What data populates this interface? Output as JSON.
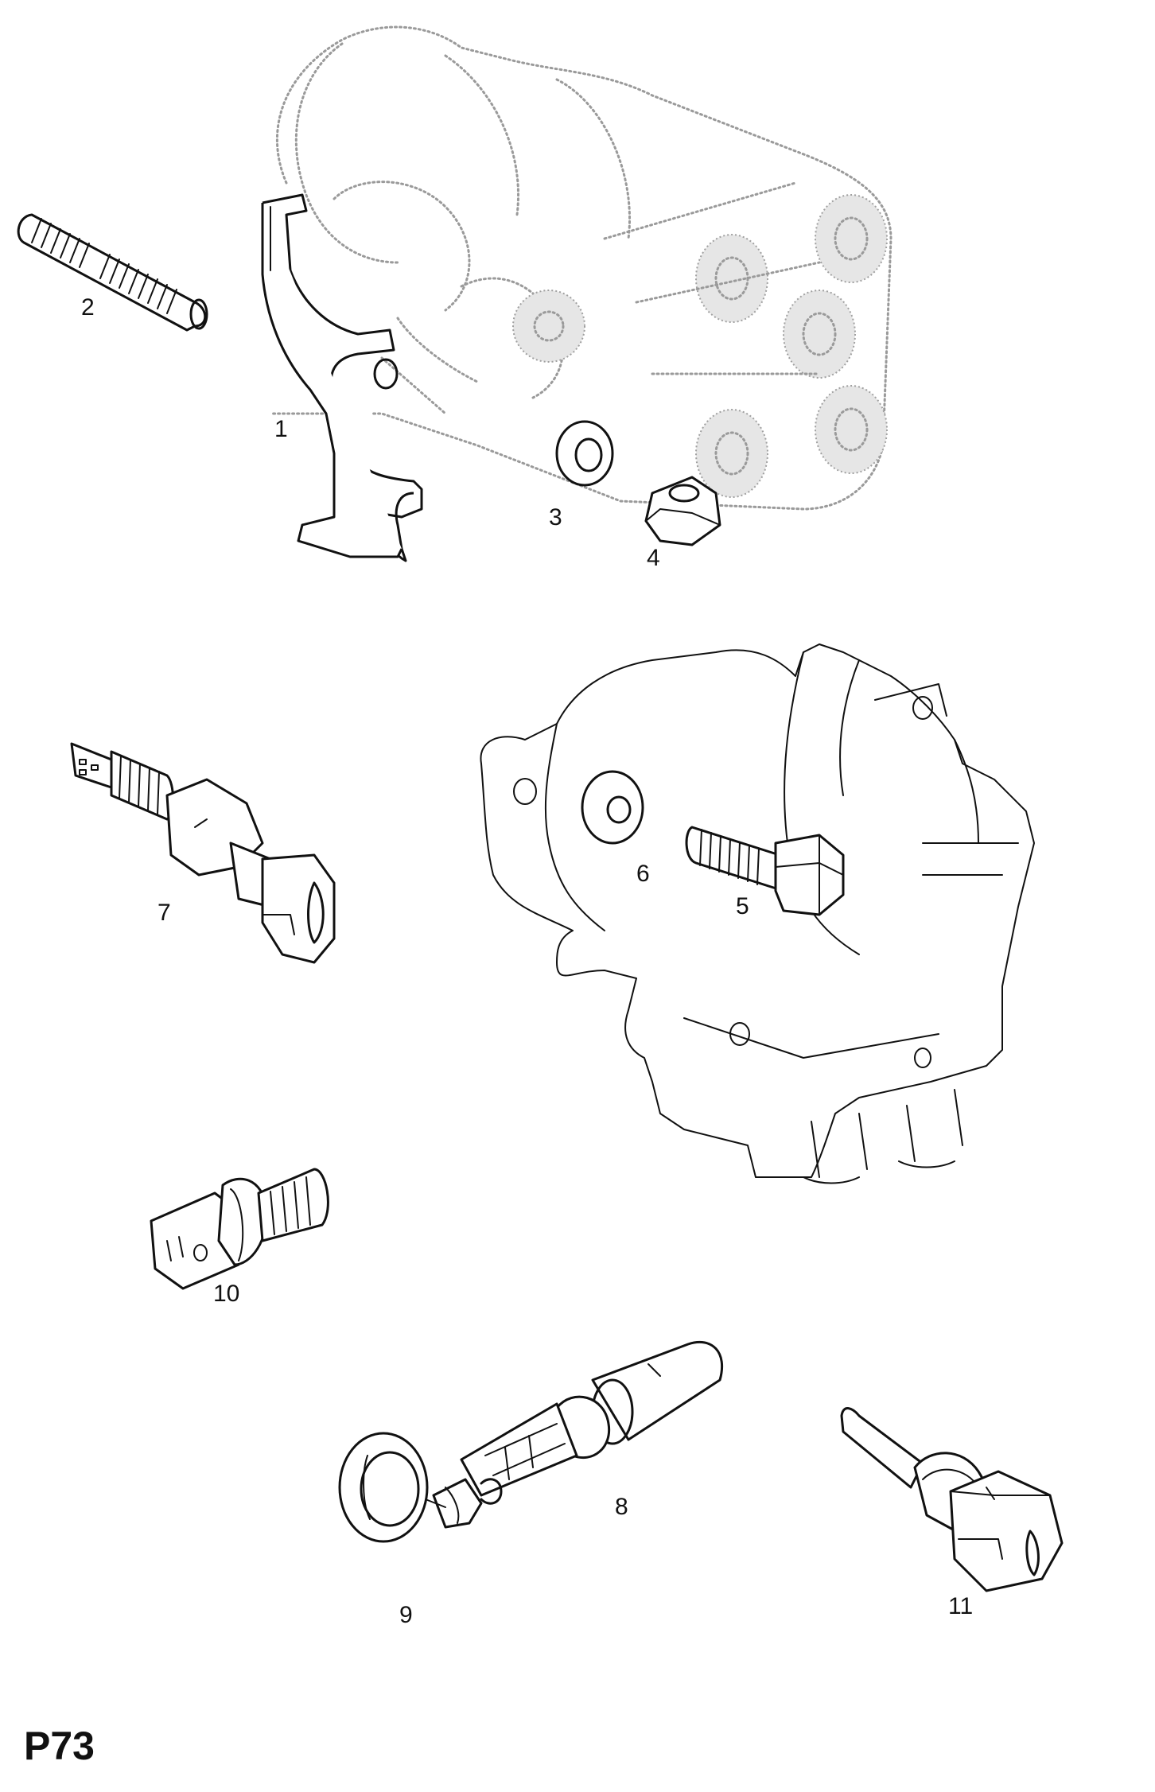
{
  "page_code": "P73",
  "callouts": {
    "c1": "1",
    "c2": "2",
    "c3": "3",
    "c4": "4",
    "c5": "5",
    "c6": "6",
    "c7": "7",
    "c8": "8",
    "c9": "9",
    "c10": "10",
    "c11": "11"
  }
}
